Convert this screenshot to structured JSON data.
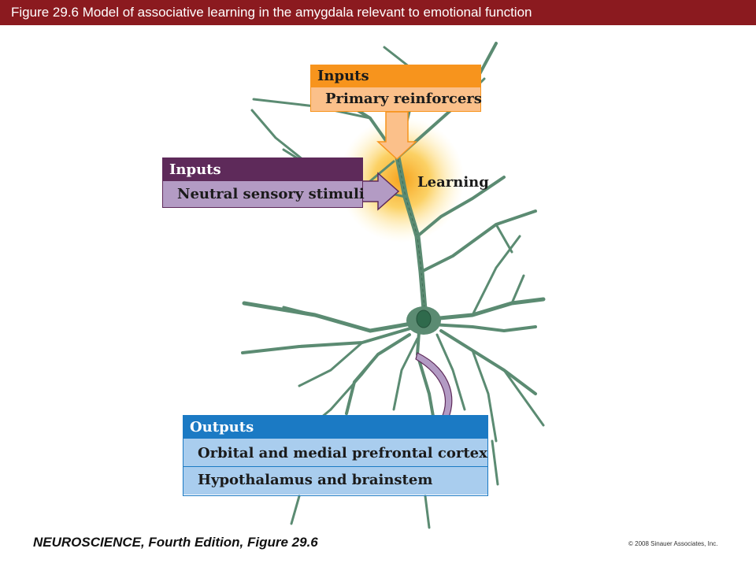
{
  "title": "Figure 29.6  Model of associative learning in the amygdala relevant to emotional function",
  "boxes": {
    "primary": {
      "header": "Inputs",
      "item": "Primary reinforcers"
    },
    "neutral": {
      "header": "Inputs",
      "item": "Neutral sensory stimuli"
    },
    "outputs": {
      "header": "Outputs",
      "items": [
        "Orbital and medial prefrontal cortex",
        "Hypothalamus and brainstem"
      ]
    }
  },
  "learning_label": "Learning",
  "footer": "NEUROSCIENCE, Fourth Edition, Figure 29.6",
  "copyright": "© 2008 Sinauer Associates, Inc.",
  "colors": {
    "title_bar": "#8b1a1f",
    "orange_dark": "#f7941d",
    "orange_light": "#fbc08a",
    "purple_dark": "#5e2a5a",
    "purple_light": "#b39bc4",
    "blue_dark": "#1b7ac4",
    "blue_light": "#a9cdee",
    "neuron": "#5b8b72"
  }
}
